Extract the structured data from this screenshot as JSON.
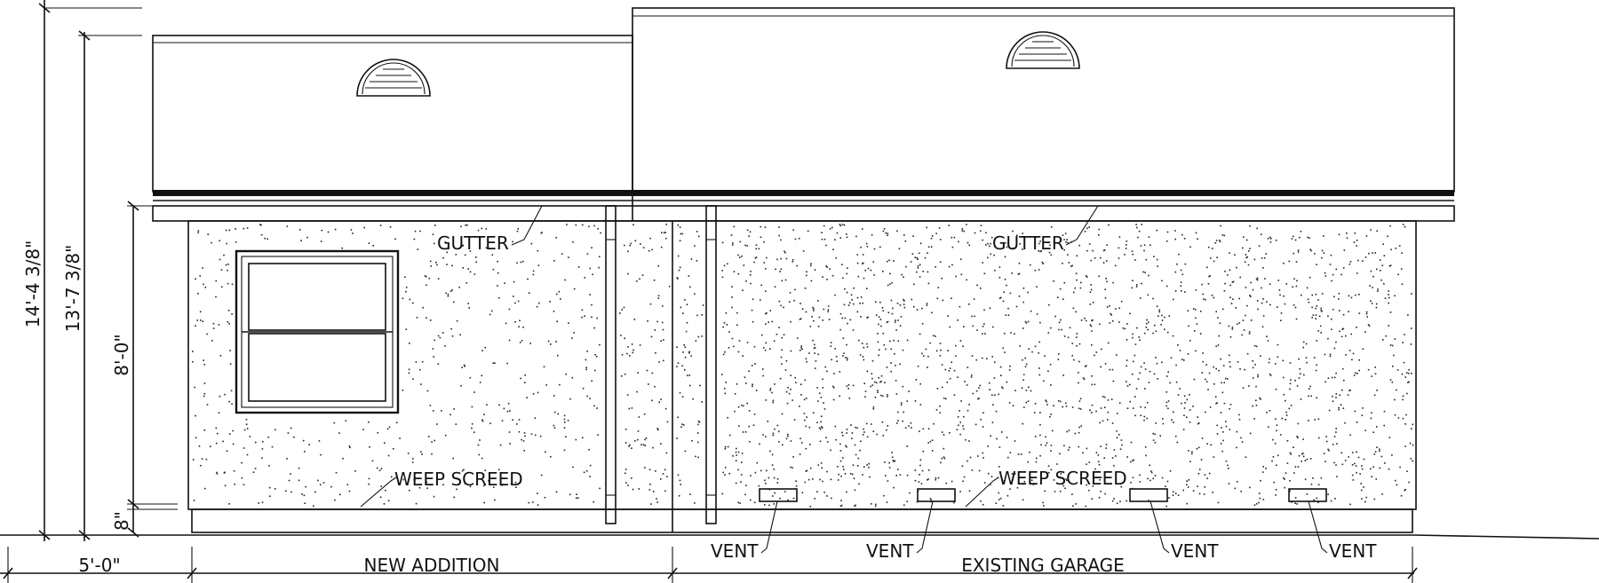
{
  "labels": {
    "gutter_left": "GUTTER",
    "gutter_right": "GUTTER",
    "weep_left": "WEEP SCREED",
    "weep_right": "WEEP SCREED",
    "vent": "VENT",
    "new_addition": "NEW ADDITION",
    "existing_garage": "EXISTING GARAGE"
  },
  "dimensions": {
    "overall_height": "14'-4 3/8\"",
    "roof_height": "13'-7 3/8\"",
    "wall_height": "8'-0\"",
    "foundation": "8\"",
    "offset": "5'-0\""
  },
  "colors": {
    "line": "#111111",
    "background": "#ffffff"
  },
  "icons": {
    "attic_vent": "half-round-louver-icon",
    "wall_vent": "foundation-vent-icon"
  }
}
